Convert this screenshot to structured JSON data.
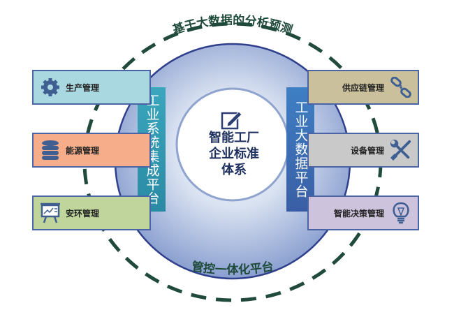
{
  "title_top": "基于大数据的分析预测",
  "title_bottom": "管控一体化平台",
  "center_title": [
    "智能工厂",
    "企业标准",
    "体系"
  ],
  "left_platform": "工业系统集成平台",
  "right_platform": "工业大数据平台",
  "left_items": [
    {
      "label": "生产管理",
      "icon": "gear-icon",
      "color": "#aad8e0"
    },
    {
      "label": "能源管理",
      "icon": "database-icon",
      "color": "#f6ae8a"
    },
    {
      "label": "安环管理",
      "icon": "presentation-board-icon",
      "color": "#bfd59b"
    }
  ],
  "right_items": [
    {
      "label": "供应链管理",
      "icon": "broken-link-icon",
      "color": "#cbc09c"
    },
    {
      "label": "设备管理",
      "icon": "tools-icon",
      "color": "#c9c9c9"
    },
    {
      "label": "智能决策管理",
      "icon": "lightbulb-icon",
      "color": "#cdc3dc"
    }
  ]
}
